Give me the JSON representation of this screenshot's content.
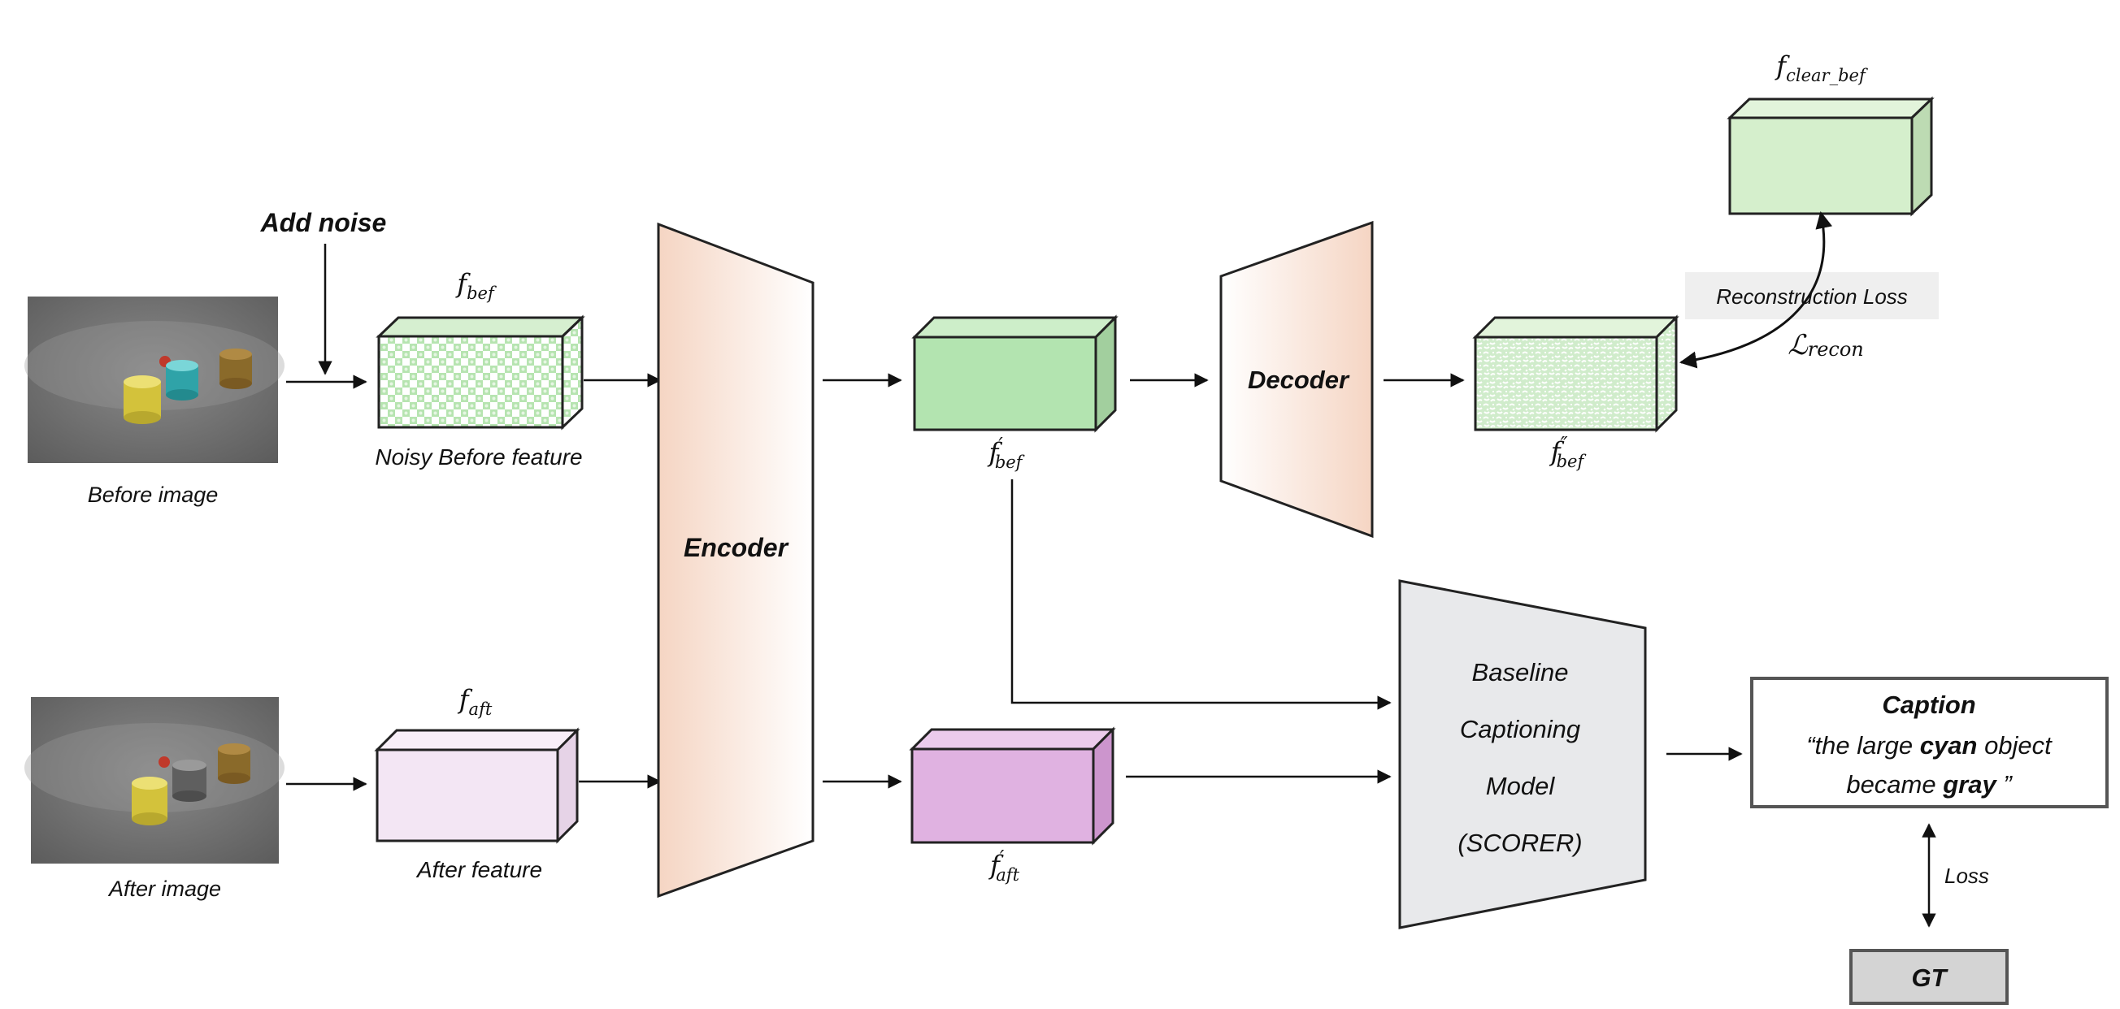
{
  "add_noise": "Add noise",
  "images": {
    "before_label": "Before image",
    "after_label": "After image"
  },
  "features": {
    "f_bef": {
      "base": "f",
      "sub": "bef"
    },
    "f_aft": {
      "base": "f",
      "sub": "aft"
    },
    "noisy_before_label": "Noisy Before feature",
    "after_label": "After feature",
    "f_prime_bef": {
      "base": "f",
      "prime": "′",
      "sub": "bef"
    },
    "f_prime_aft": {
      "base": "f",
      "prime": "′",
      "sub": "aft"
    },
    "f_dprime_bef": {
      "base": "f",
      "prime": "″",
      "sub": "bef"
    },
    "f_clear_bef": {
      "base": "f",
      "sub": "clear_bef"
    }
  },
  "encoder_label": "Encoder",
  "decoder_label": "Decoder",
  "reconstruction_loss_label": "Reconstruction Loss",
  "l_recon": {
    "base": "ℒ",
    "sub": "recon"
  },
  "scorer_lines": [
    "Baseline",
    "Captioning",
    "Model",
    "(SCORER)"
  ],
  "caption": {
    "title": "Caption",
    "line1_parts": [
      "“the large ",
      "cyan",
      " object"
    ],
    "line2_parts": [
      "became ",
      "gray",
      " ”"
    ]
  },
  "loss_label": "Loss",
  "gt_label": "GT",
  "colors": {
    "green_front": "#b3e4b0",
    "green_top": "#cdeec9",
    "green_side": "#a2cf9e",
    "clear_front": "#d5efcc",
    "clear_top": "#e2f4db",
    "clear_side": "#bddbb3",
    "pink_front": "#f3e6f4",
    "pink_top": "#f8eff8",
    "pink_side": "#e6d3e7",
    "purple_front": "#e0b2e1",
    "purple_top": "#ebcbec",
    "purple_side": "#cc95cd",
    "encoder_fill_left": "#f5d8c8",
    "encoder_fill_right": "#ffffff",
    "scorer_fill": "#e8e9eb",
    "gt_fill": "#d4d4d4",
    "recon_label_bg": "#efefef",
    "stroke": "#222222"
  }
}
